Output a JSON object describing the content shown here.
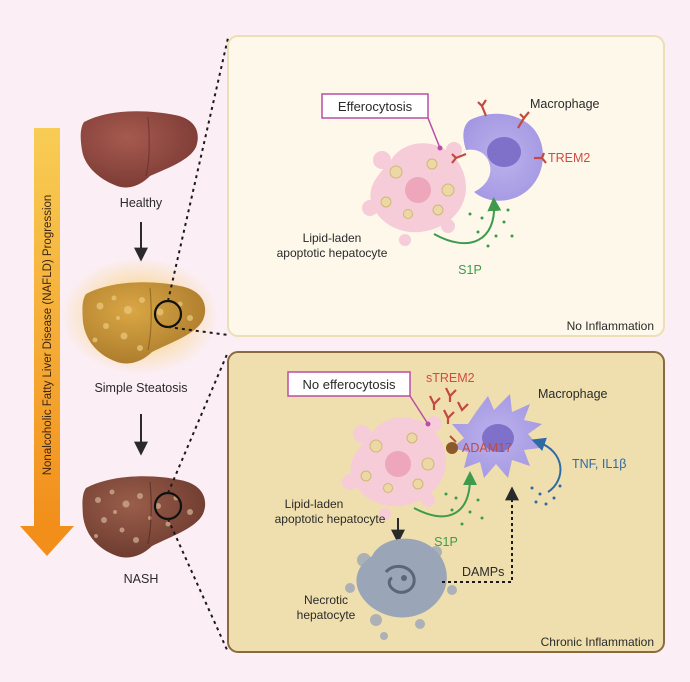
{
  "progression": {
    "label": "Nonalcoholic Fatty Liver Disease (NAFLD) Progression",
    "stages": [
      "Healthy",
      "Simple Steatosis",
      "NASH"
    ]
  },
  "panel_top": {
    "efferocytosis": "Efferocytosis",
    "macrophage": "Macrophage",
    "trem2": "TREM2",
    "hepatocyte_line1": "Lipid-laden",
    "hepatocyte_line2": "apoptotic hepatocyte",
    "s1p": "S1P",
    "footer": "No Inflammation"
  },
  "panel_bottom": {
    "no_efferocytosis": "No efferocytosis",
    "strem2": "sTREM2",
    "macrophage": "Macrophage",
    "adam17": "ADAM17",
    "tnf": "TNF, IL1β",
    "hepatocyte_line1": "Lipid-laden",
    "hepatocyte_line2": "apoptotic hepatocyte",
    "s1p": "S1P",
    "damps": "DAMPs",
    "necrotic_line1": "Necrotic",
    "necrotic_line2": "hepatocyte",
    "footer": "Chronic Inflammation"
  },
  "colors": {
    "background": "#fbeef4",
    "panel_top_fill": "#fdf8ea",
    "panel_bottom_fill": "#f0dfae",
    "trem2": "#d24b42",
    "s1p": "#3e9a4c",
    "tnf": "#2f6aa6",
    "arrow_gradient_start": "#f8cd55",
    "arrow_gradient_end": "#f28e1a"
  }
}
